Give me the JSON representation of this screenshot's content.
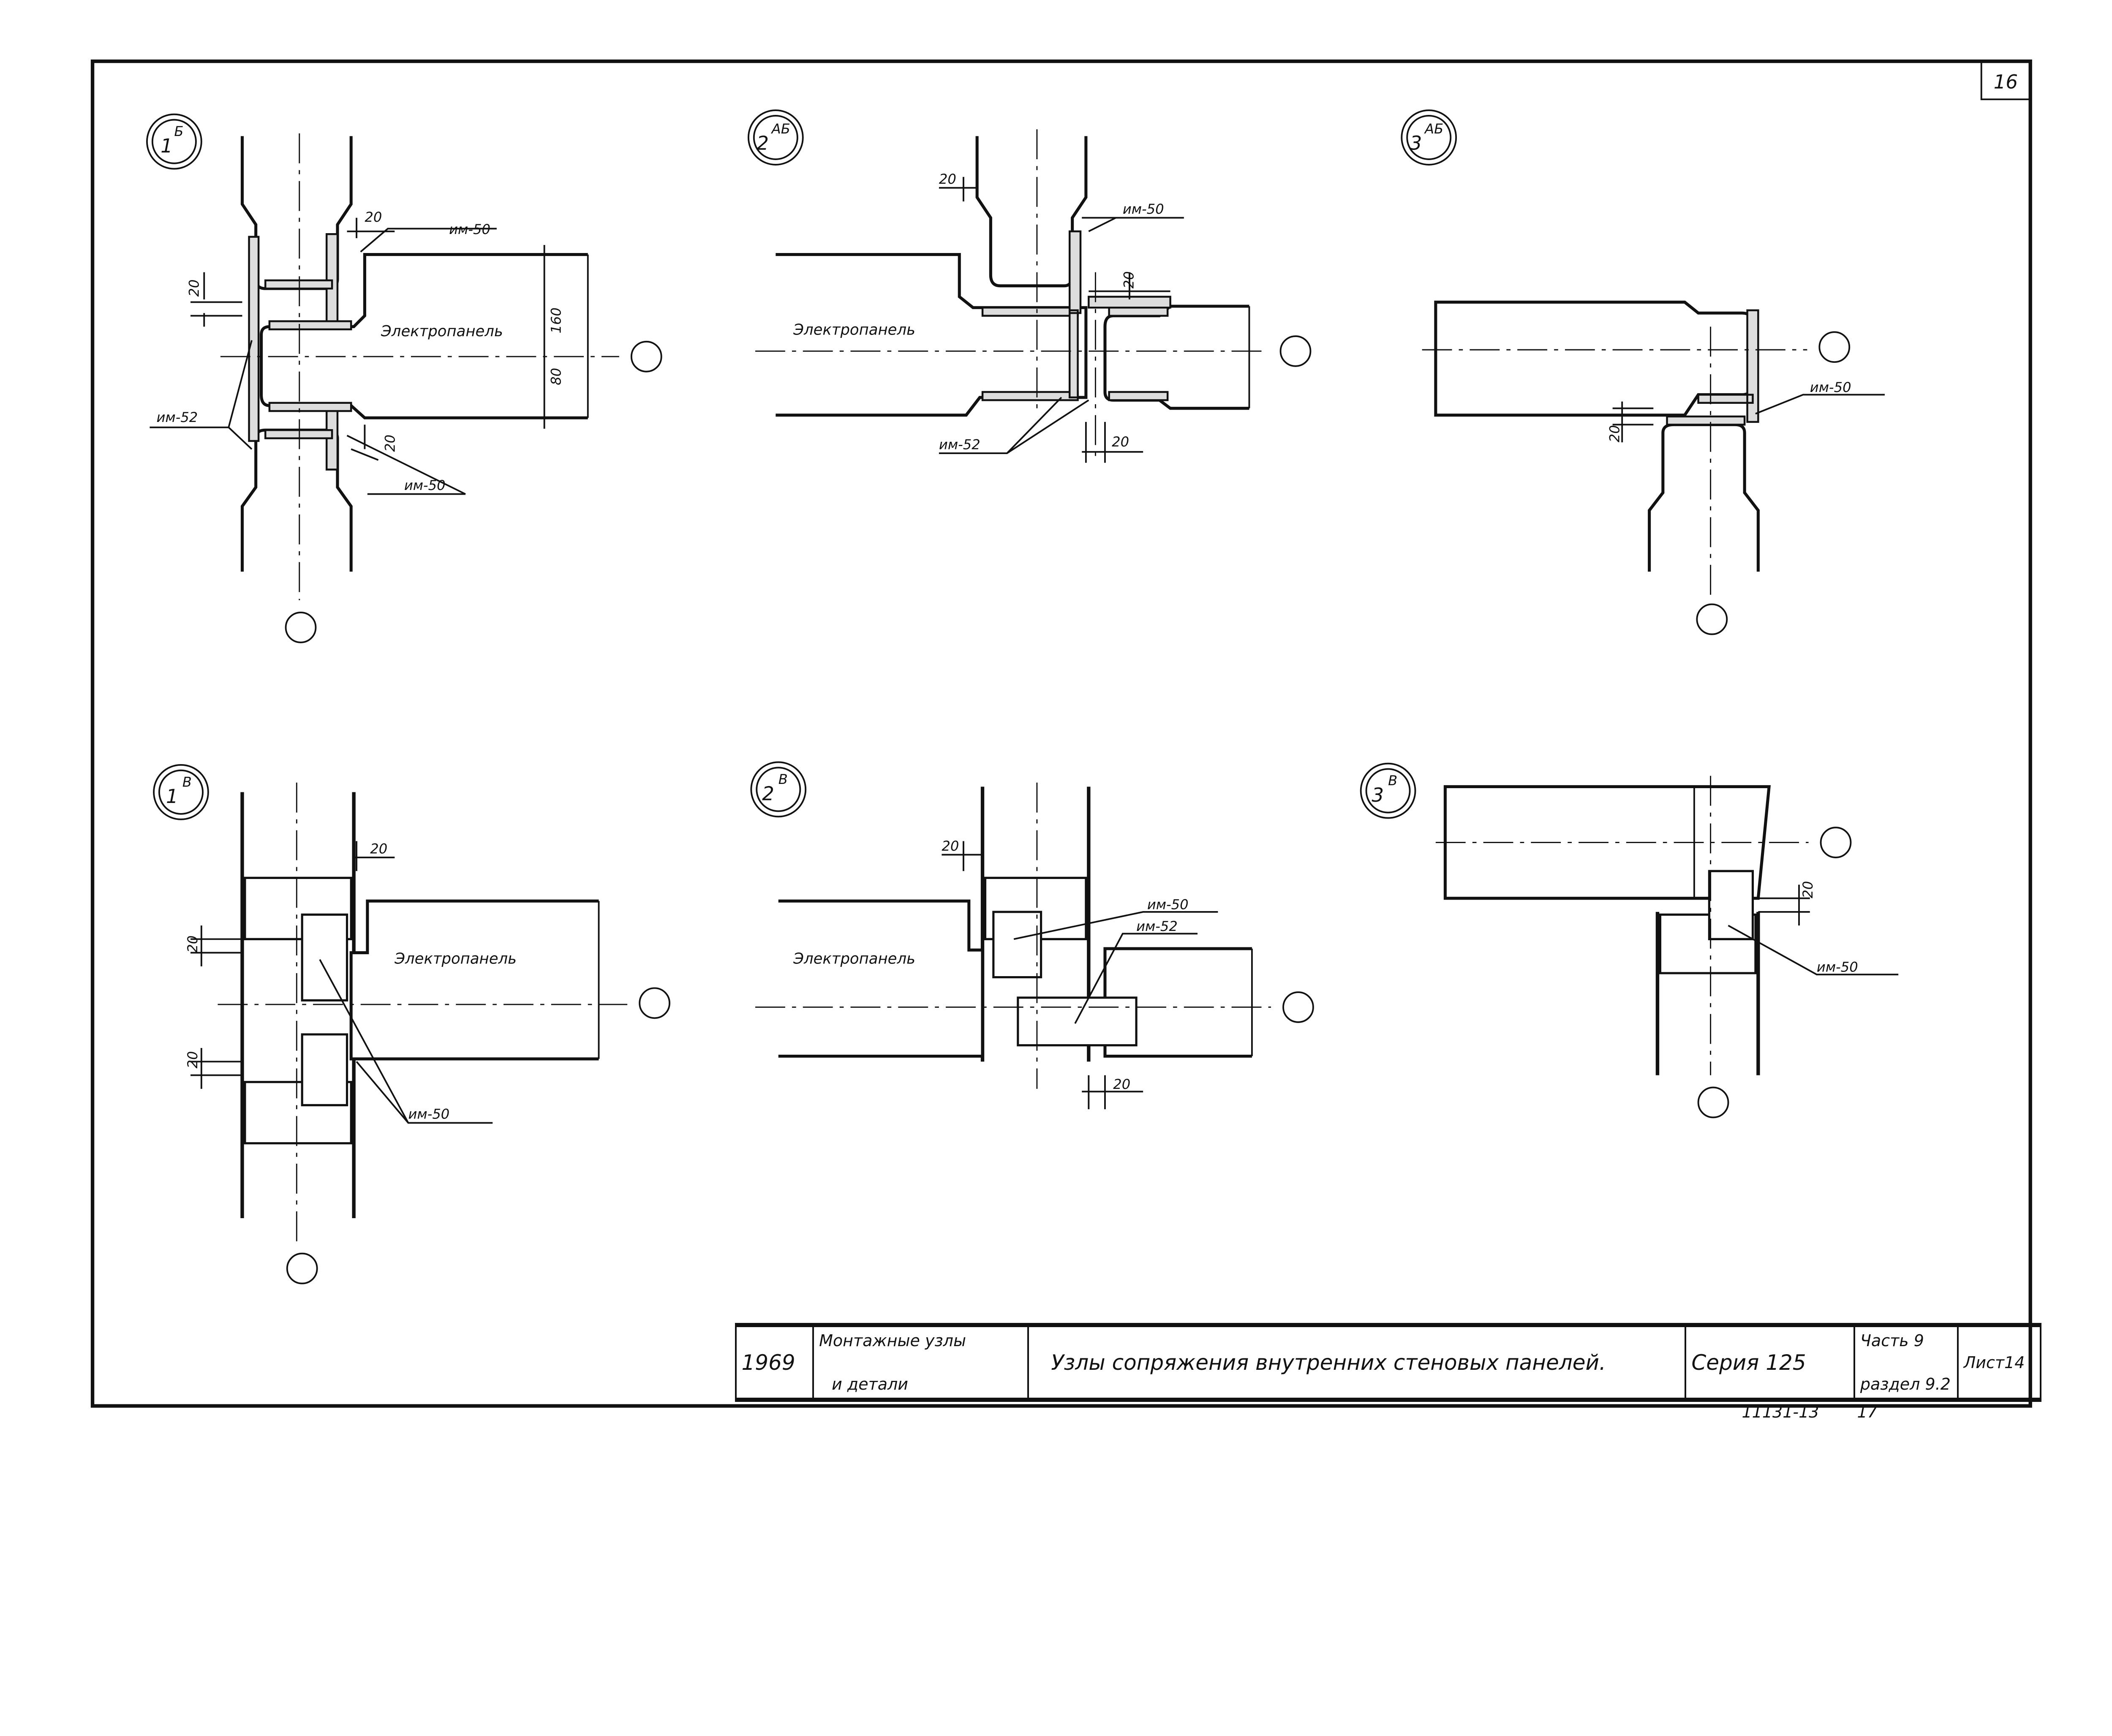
{
  "sheet": {
    "number": "16"
  },
  "labels": {
    "im50": "им-50",
    "im52": "им-52",
    "dim20": "20",
    "dim160": "160",
    "dim80": "80",
    "panel": "Электропанель"
  },
  "details": [
    {
      "num": "1",
      "sup": "Б"
    },
    {
      "num": "2",
      "sup": "АБ"
    },
    {
      "num": "3",
      "sup": "АБ"
    },
    {
      "num": "1",
      "sup": "В"
    },
    {
      "num": "2",
      "sup": "В"
    },
    {
      "num": "3",
      "sup": "В"
    }
  ],
  "title_block": {
    "year": "1969",
    "section_line1": "Монтажные узлы",
    "section_line2": "и детали",
    "title": "Узлы сопряжения внутренних стеновых панелей.",
    "series": "Серия 125",
    "part": "Часть 9",
    "subsection": "раздел 9.2",
    "sheet": "Лист14",
    "code": "11131-13",
    "code_num": "17"
  }
}
